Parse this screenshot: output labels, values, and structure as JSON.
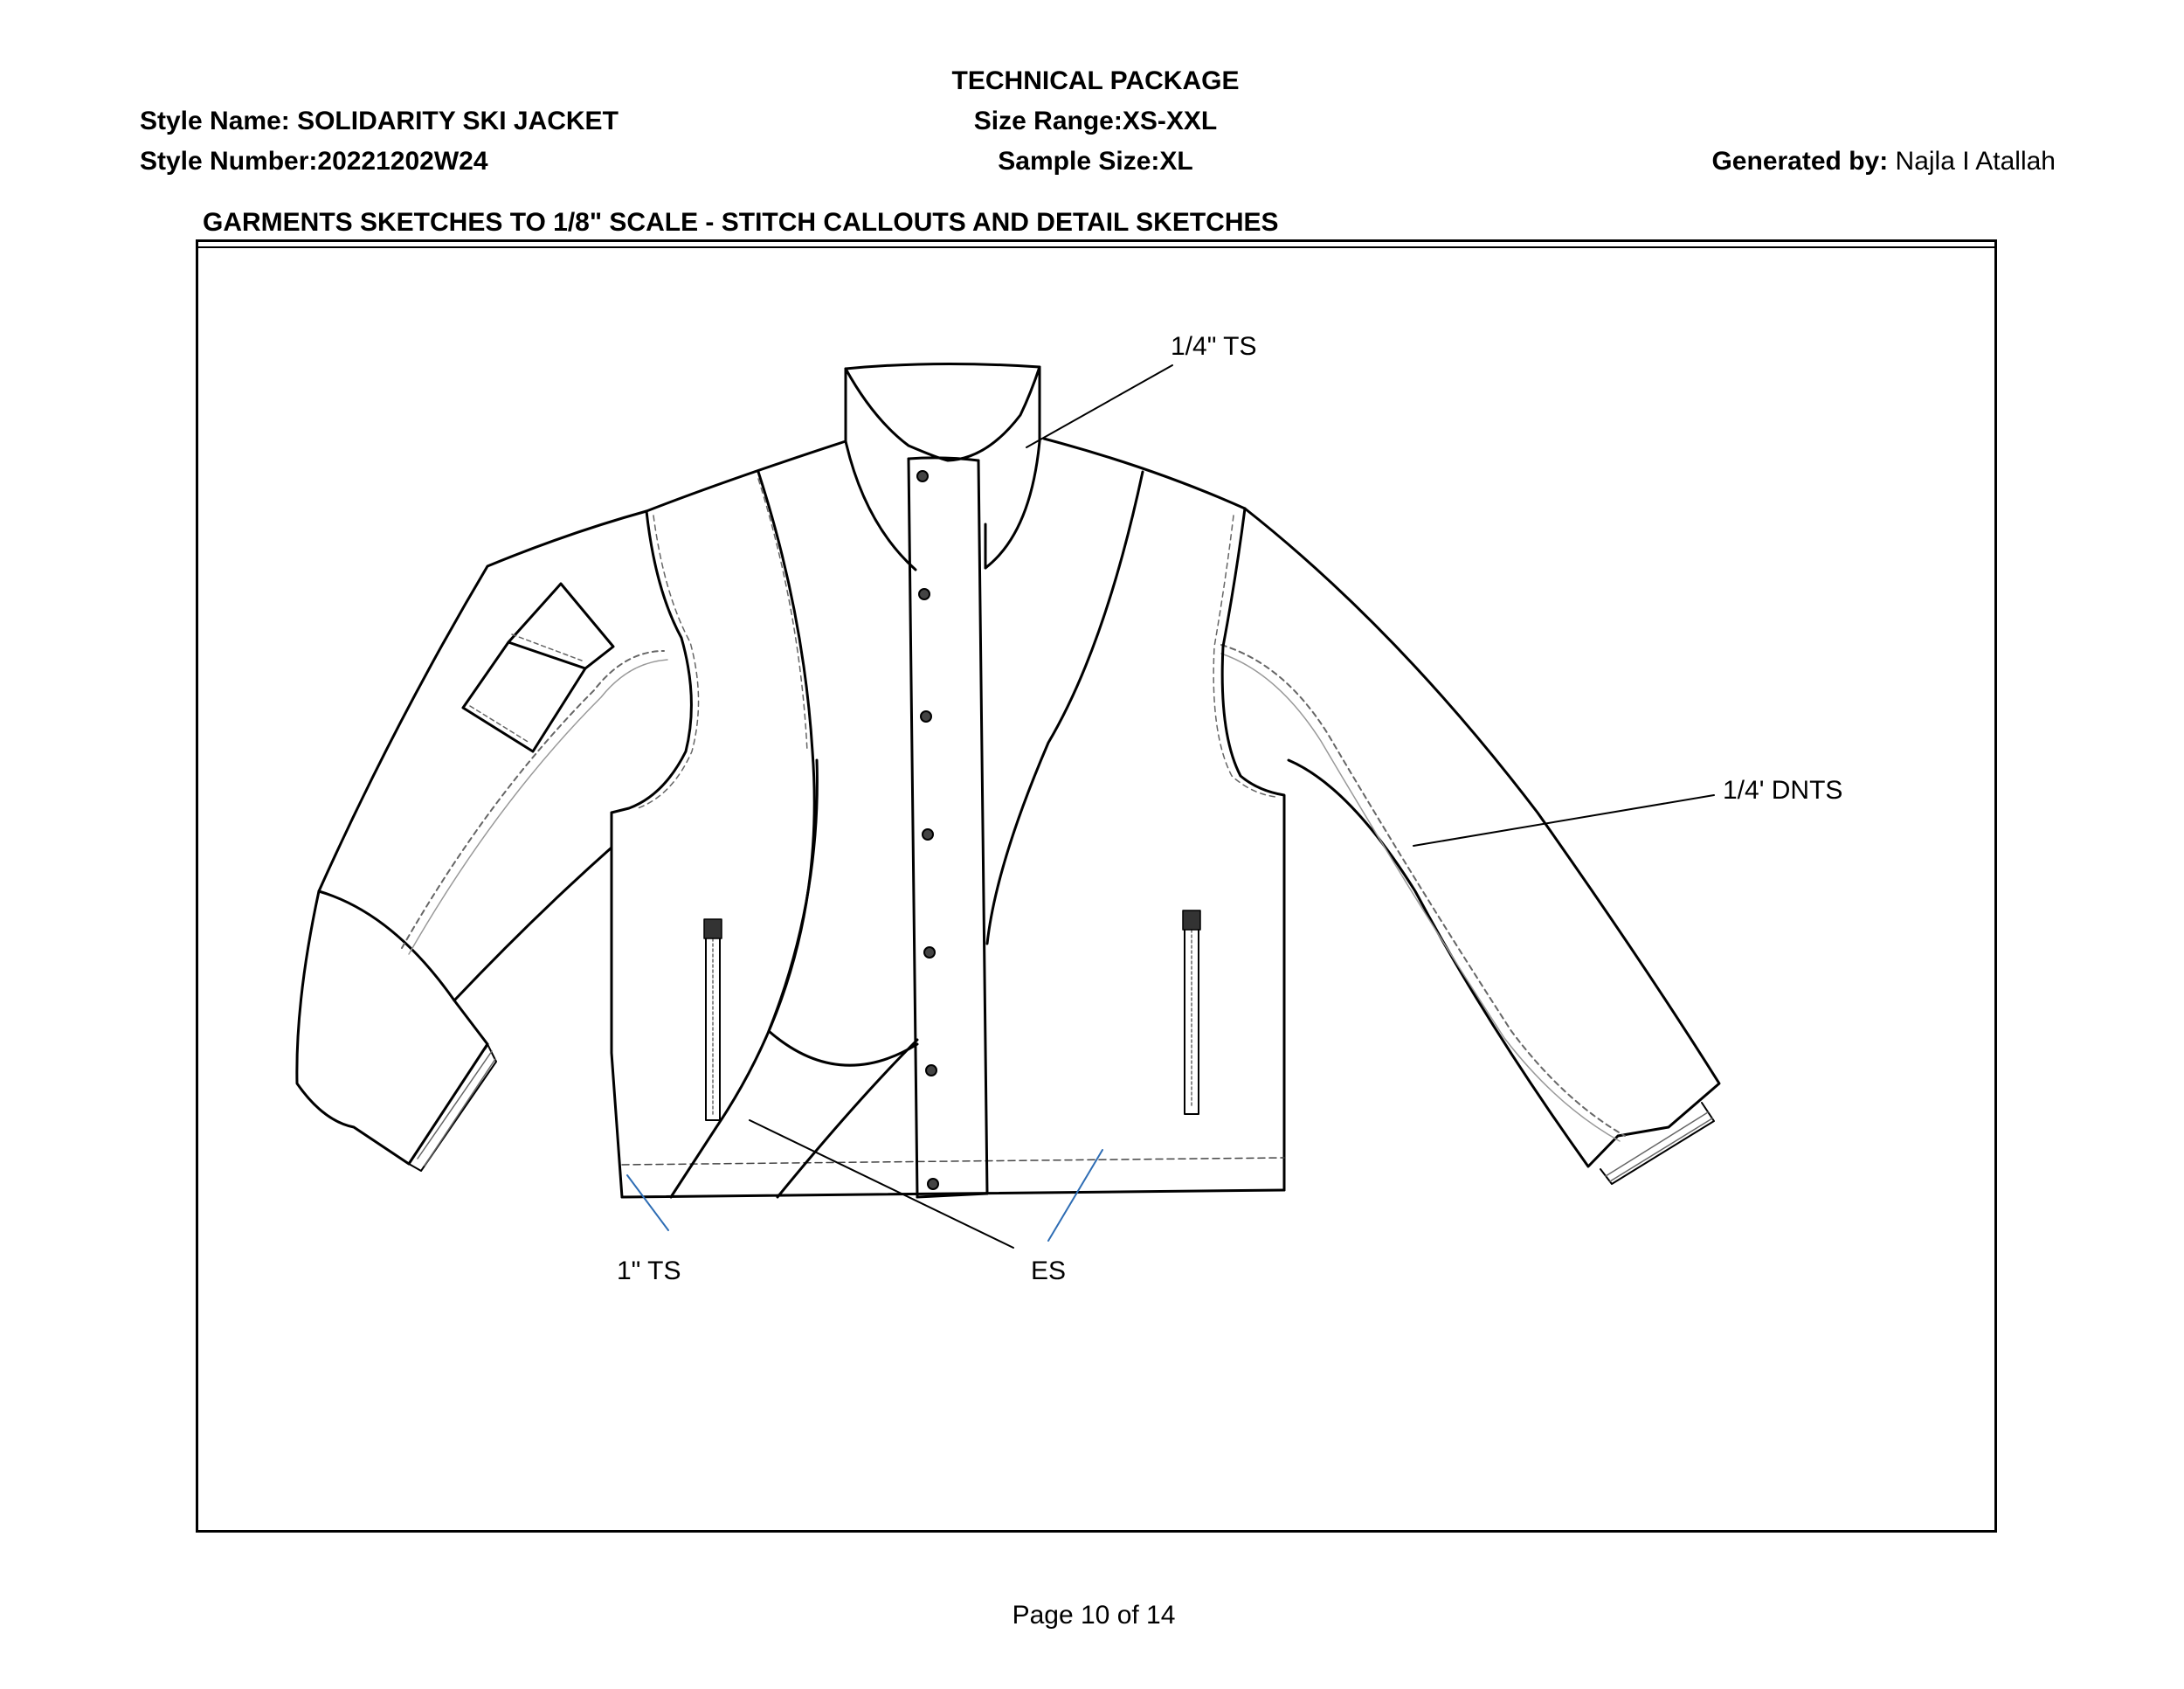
{
  "header": {
    "title": "TECHNICAL PACKAGE",
    "style_name": "Style Name: SOLIDARITY SKI JACKET",
    "size_range": "Size Range:XS-XXL",
    "style_number": "Style Number:20221202W24",
    "sample_size": "Sample Size:XL",
    "generated_by_label": "Generated by:",
    "generated_by_name": "Najla I Atallah"
  },
  "section": {
    "heading": "GARMENTS SKETCHES TO 1/8\" SCALE - STITCH CALLOUTS AND DETAIL SKETCHES"
  },
  "callouts": {
    "collar": "1/4\" TS",
    "sleeve": "1/4' DNTS",
    "hem": "1\" TS",
    "edge": "ES"
  },
  "footer": {
    "page": "Page 10 of 14"
  },
  "colors": {
    "line": "#000000",
    "leader_blue": "#2e6db4",
    "stitch": "#666666"
  }
}
